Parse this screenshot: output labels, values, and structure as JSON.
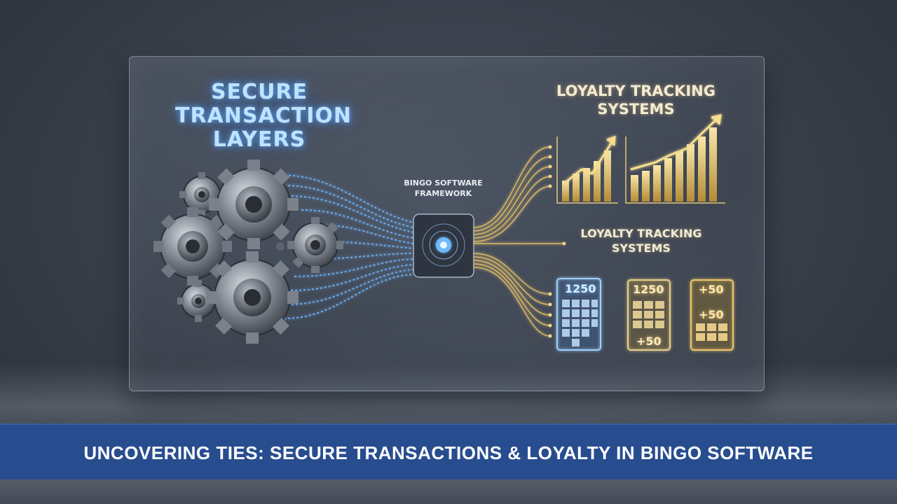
{
  "panel": {
    "left_title": "SECURE\nTRANSACTION\nLAYERS",
    "right_title_top": "LOYALTY TRACKING\nSYSTEMS",
    "right_title_mid": "LOYALTY TRACKING\nSYSTEMS",
    "center_label": "BINGO SOFTWARE\nFRAMEWORK",
    "cards": [
      {
        "label_top": "1250",
        "label_bottom": "",
        "color": "#8fc8ff"
      },
      {
        "label_top": "1250",
        "label_bottom": "+50",
        "color": "#e9d08a"
      },
      {
        "label_top": "+50",
        "label_mid": "+50",
        "label_bottom": "",
        "color": "#f0c868"
      }
    ]
  },
  "banner": {
    "text": "UNCOVERING TIES: SECURE TRANSACTIONS & LOYALTY IN BINGO SOFTWARE",
    "color": "#284d8f"
  },
  "icons": [
    "gears-icon",
    "chip-icon",
    "bar-chart-icon",
    "trend-arrow-icon",
    "bingo-card-icon"
  ],
  "colors": {
    "blue_glow": "#6fb8ff",
    "gold_glow": "#f2c35a"
  }
}
